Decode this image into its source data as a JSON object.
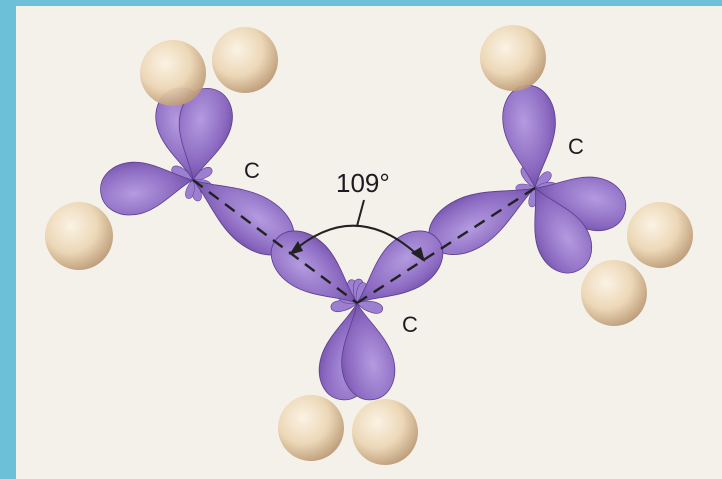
{
  "diagram": {
    "angle_label": "109°",
    "atoms": [
      {
        "id": "left",
        "label": "C"
      },
      {
        "id": "center",
        "label": "C"
      },
      {
        "id": "right",
        "label": "C"
      }
    ]
  },
  "colors": {
    "frame": "#6cc0d8",
    "background": "#f4f1ea",
    "orbital": "#8a68c0",
    "orbital_dark": "#5b3d8e",
    "hydrogen": "#ecd6b4",
    "hydrogen_shadow": "#a78060",
    "line": "#222222"
  }
}
